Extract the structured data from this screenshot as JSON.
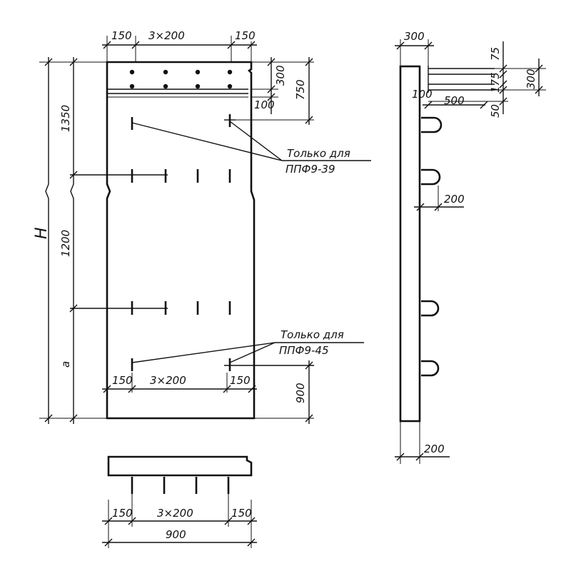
{
  "front_view": {
    "top_dims": {
      "left": "150",
      "middle": "3×200",
      "right": "150"
    },
    "top_right_dims": {
      "d300": "300",
      "d750": "750",
      "d100": "100"
    },
    "left_dims": {
      "d1350": "1350",
      "d1200": "1200",
      "height": "H",
      "a": "a"
    },
    "bottom_dims": {
      "left": "150",
      "middle": "3×200",
      "right": "150",
      "d900": "900"
    },
    "notes": {
      "top": {
        "line1": "Только для",
        "line2": "ППФ9-39"
      },
      "bottom": {
        "line1": "Только для",
        "line2": "ППФ9-45"
      }
    }
  },
  "side_view": {
    "dims": {
      "d300_top": "300",
      "d75": "75",
      "d300_right": "300",
      "d175": "175",
      "d100": "100",
      "d500": "500",
      "d50": "50",
      "d200_mid": "200",
      "d200_bottom": "200"
    }
  },
  "plan_view": {
    "dims": {
      "left": "150",
      "middle": "3×200",
      "right": "150",
      "total": "900"
    }
  }
}
